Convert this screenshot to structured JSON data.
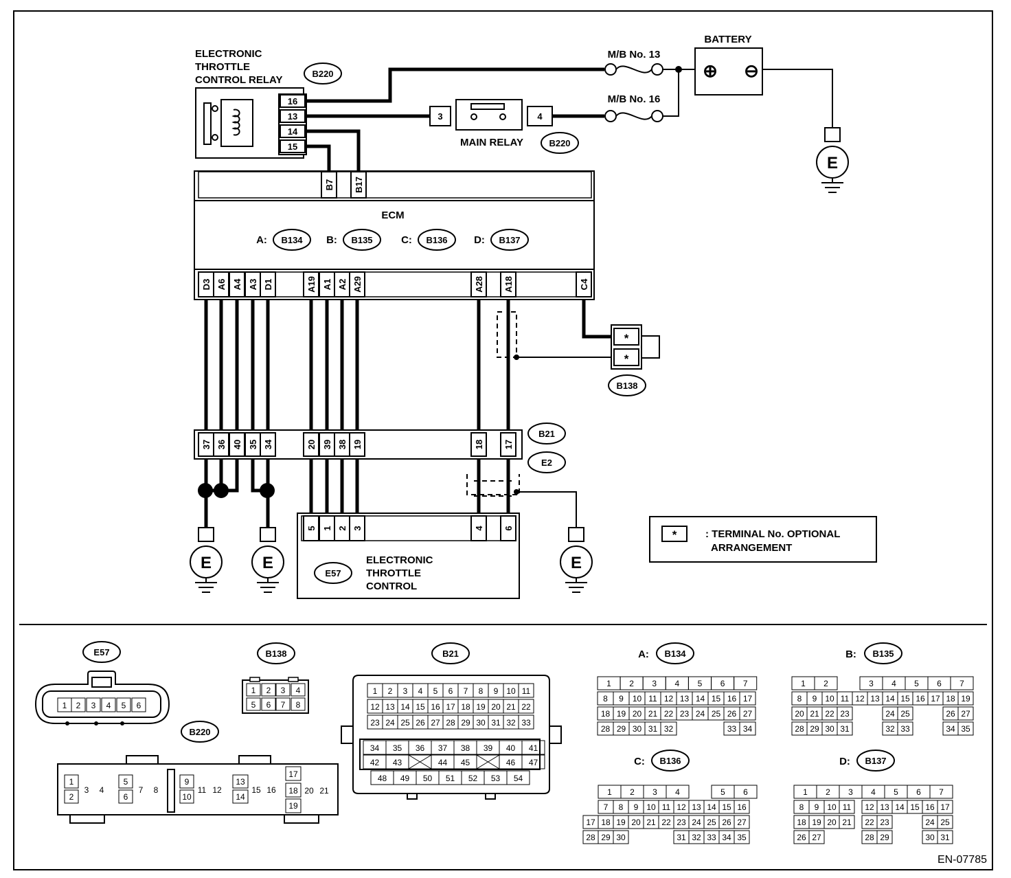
{
  "battery": {
    "title": "BATTERY",
    "plus": "⊕",
    "minus": "⊖"
  },
  "fuses": {
    "mb13": "M/B No. 13",
    "mb16": "M/B No. 16"
  },
  "ground_letter": "E",
  "relay": {
    "title_lines": [
      "ELECTRONIC",
      "THROTTLE",
      "CONTROL RELAY"
    ],
    "connector": "B220",
    "pins": [
      "16",
      "13",
      "14",
      "15"
    ]
  },
  "main_relay": {
    "label": "MAIN RELAY",
    "connector": "B220",
    "left_pin": "3",
    "right_pin": "4"
  },
  "ecm": {
    "label": "ECM",
    "top_pins": [
      "B7",
      "B17"
    ],
    "connectors": [
      {
        "prefix": "A:",
        "code": "B134"
      },
      {
        "prefix": "B:",
        "code": "B135"
      },
      {
        "prefix": "C:",
        "code": "B136"
      },
      {
        "prefix": "D:",
        "code": "B137"
      }
    ],
    "bottom_pins": [
      "D3",
      "A6",
      "A4",
      "A3",
      "D1",
      "A19",
      "A1",
      "A2",
      "A29",
      "A28",
      "A18",
      "C4"
    ]
  },
  "b138_label": "B138",
  "b138_pin": "*",
  "b21": {
    "label": "B21",
    "label2": "E2",
    "pins": [
      "37",
      "36",
      "40",
      "35",
      "34",
      "20",
      "39",
      "38",
      "19",
      "18",
      "17"
    ]
  },
  "etc": {
    "pins": [
      "5",
      "1",
      "2",
      "3",
      "4",
      "6"
    ],
    "connector": "E57",
    "title_lines": [
      "ELECTRONIC",
      "THROTTLE",
      "CONTROL"
    ]
  },
  "legend": {
    "symbol": "*",
    "line1": ": TERMINAL No. OPTIONAL",
    "line2": "ARRANGEMENT"
  },
  "views": {
    "e57": {
      "label": "E57",
      "pins": [
        "1",
        "2",
        "3",
        "4",
        "5",
        "6"
      ]
    },
    "b138": {
      "label": "B138",
      "rows": [
        [
          "1",
          "2",
          "3",
          "4"
        ],
        [
          "5",
          "6",
          "7",
          "8"
        ]
      ]
    },
    "b220": {
      "label": "B220",
      "g1": [
        "1",
        "2",
        "3",
        "4"
      ],
      "g2": [
        "5",
        "6",
        "7",
        "8"
      ],
      "g3": [
        "9",
        "10",
        "11",
        "12"
      ],
      "g4": [
        "13",
        "14",
        "15",
        "16"
      ],
      "g5": [
        "17",
        "18",
        "20",
        "21",
        "19"
      ]
    },
    "b21": {
      "label": "B21",
      "rows_top": [
        [
          "1",
          "2",
          "3",
          "4",
          "5",
          "6",
          "7",
          "8",
          "9",
          "10",
          "11"
        ],
        [
          "12",
          "13",
          "14",
          "15",
          "16",
          "17",
          "18",
          "19",
          "20",
          "21",
          "22"
        ],
        [
          "23",
          "24",
          "25",
          "26",
          "27",
          "28",
          "29",
          "30",
          "31",
          "32",
          "33"
        ]
      ],
      "row_a": [
        "34",
        "35",
        "36",
        "37",
        "38",
        "39",
        "40",
        "41"
      ],
      "row_b": [
        "42",
        "43",
        "",
        "44",
        "45",
        "",
        "46",
        "47"
      ],
      "row_c": [
        "48",
        "49",
        "50",
        "51",
        "52",
        "53",
        "54"
      ]
    },
    "a_b134": {
      "prefix": "A:",
      "code": "B134",
      "rows": [
        [
          "1",
          "2",
          "3",
          "4",
          "5",
          "6",
          "7"
        ],
        [
          "8",
          "9",
          "10",
          "11",
          "12",
          "13",
          "14",
          "15",
          "16",
          "17"
        ],
        [
          "18",
          "19",
          "20",
          "21",
          "22",
          "23",
          "24",
          "25",
          "26",
          "27"
        ],
        [
          "28",
          "29",
          "30",
          "31",
          "32",
          "33",
          "34"
        ]
      ]
    },
    "b_b135": {
      "prefix": "B:",
      "code": "B135",
      "rows": [
        [
          "1",
          "2",
          "3",
          "4",
          "5",
          "6",
          "7"
        ],
        [
          "8",
          "9",
          "10",
          "11",
          "12",
          "13",
          "14",
          "15",
          "16",
          "17",
          "18",
          "19"
        ],
        [
          "20",
          "21",
          "22",
          "23",
          "24",
          "25",
          "26",
          "27"
        ],
        [
          "28",
          "29",
          "30",
          "31",
          "32",
          "33",
          "34",
          "35"
        ]
      ]
    },
    "c_b136": {
      "prefix": "C:",
      "code": "B136",
      "rows": [
        [
          "1",
          "2",
          "3",
          "4",
          "5",
          "6"
        ],
        [
          "7",
          "8",
          "9",
          "10",
          "11",
          "12",
          "13",
          "14",
          "15",
          "16"
        ],
        [
          "17",
          "18",
          "19",
          "20",
          "21",
          "22",
          "23",
          "24",
          "25",
          "26",
          "27"
        ],
        [
          "28",
          "29",
          "30",
          "31",
          "32",
          "33",
          "34",
          "35"
        ]
      ]
    },
    "d_b137": {
      "prefix": "D:",
      "code": "B137",
      "rows": [
        [
          "1",
          "2",
          "3",
          "4",
          "5",
          "6",
          "7"
        ],
        [
          "8",
          "9",
          "10",
          "11",
          "12",
          "13",
          "14",
          "15",
          "16",
          "17"
        ],
        [
          "18",
          "19",
          "20",
          "21",
          "22",
          "23",
          "24",
          "25"
        ],
        [
          "26",
          "27",
          "28",
          "29",
          "30",
          "31"
        ]
      ]
    }
  },
  "doc_code": "EN-07785"
}
